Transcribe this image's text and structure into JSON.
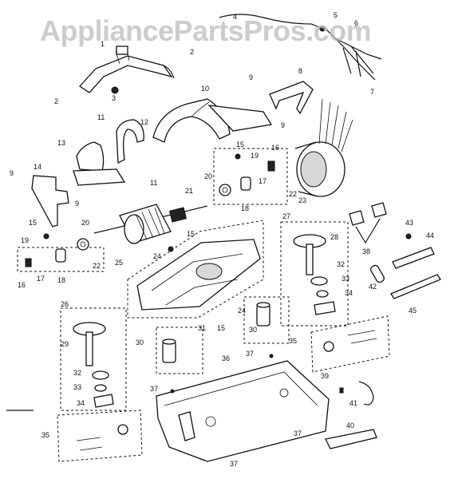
{
  "watermark": "AppliancePartsPros.com",
  "callouts": [
    {
      "id": "c1",
      "label": "1"
    },
    {
      "id": "c2a",
      "label": "2"
    },
    {
      "id": "c2b",
      "label": "2"
    },
    {
      "id": "c3",
      "label": "3"
    },
    {
      "id": "c4",
      "label": "4"
    },
    {
      "id": "c5",
      "label": "5"
    },
    {
      "id": "c6",
      "label": "6"
    },
    {
      "id": "c7",
      "label": "7"
    },
    {
      "id": "c8",
      "label": "8"
    },
    {
      "id": "c9a",
      "label": "9"
    },
    {
      "id": "c9b",
      "label": "9"
    },
    {
      "id": "c9c",
      "label": "9"
    },
    {
      "id": "c9d",
      "label": "9"
    },
    {
      "id": "c10",
      "label": "10"
    },
    {
      "id": "c11a",
      "label": "11"
    },
    {
      "id": "c11b",
      "label": "11"
    },
    {
      "id": "c12",
      "label": "12"
    },
    {
      "id": "c13",
      "label": "13"
    },
    {
      "id": "c14",
      "label": "14"
    },
    {
      "id": "c15a",
      "label": "15"
    },
    {
      "id": "c15b",
      "label": "15"
    },
    {
      "id": "c15c",
      "label": "15"
    },
    {
      "id": "c15d",
      "label": "15"
    },
    {
      "id": "c16a",
      "label": "16"
    },
    {
      "id": "c16b",
      "label": "16"
    },
    {
      "id": "c17a",
      "label": "17"
    },
    {
      "id": "c17b",
      "label": "17"
    },
    {
      "id": "c18a",
      "label": "18"
    },
    {
      "id": "c18b",
      "label": "18"
    },
    {
      "id": "c19a",
      "label": "19"
    },
    {
      "id": "c19b",
      "label": "19"
    },
    {
      "id": "c20a",
      "label": "20"
    },
    {
      "id": "c20b",
      "label": "20"
    },
    {
      "id": "c21",
      "label": "21"
    },
    {
      "id": "c22a",
      "label": "22"
    },
    {
      "id": "c22b",
      "label": "22"
    },
    {
      "id": "c23",
      "label": "23"
    },
    {
      "id": "c24a",
      "label": "24"
    },
    {
      "id": "c24b",
      "label": "24"
    },
    {
      "id": "c25",
      "label": "25"
    },
    {
      "id": "c26",
      "label": "26"
    },
    {
      "id": "c27",
      "label": "27"
    },
    {
      "id": "c28",
      "label": "28"
    },
    {
      "id": "c29",
      "label": "29"
    },
    {
      "id": "c30a",
      "label": "30"
    },
    {
      "id": "c30b",
      "label": "30"
    },
    {
      "id": "c31",
      "label": "31"
    },
    {
      "id": "c32a",
      "label": "32"
    },
    {
      "id": "c32b",
      "label": "32"
    },
    {
      "id": "c33a",
      "label": "33"
    },
    {
      "id": "c33b",
      "label": "33"
    },
    {
      "id": "c34a",
      "label": "34"
    },
    {
      "id": "c34b",
      "label": "34"
    },
    {
      "id": "c35a",
      "label": "35"
    },
    {
      "id": "c35b",
      "label": "35"
    },
    {
      "id": "c36",
      "label": "36"
    },
    {
      "id": "c37a",
      "label": "37"
    },
    {
      "id": "c37b",
      "label": "37"
    },
    {
      "id": "c37c",
      "label": "37"
    },
    {
      "id": "c37d",
      "label": "37"
    },
    {
      "id": "c38",
      "label": "38"
    },
    {
      "id": "c39",
      "label": "39"
    },
    {
      "id": "c40",
      "label": "40"
    },
    {
      "id": "c41",
      "label": "41"
    },
    {
      "id": "c42",
      "label": "42"
    },
    {
      "id": "c43",
      "label": "43"
    },
    {
      "id": "c44",
      "label": "44"
    },
    {
      "id": "c45",
      "label": "45"
    }
  ]
}
